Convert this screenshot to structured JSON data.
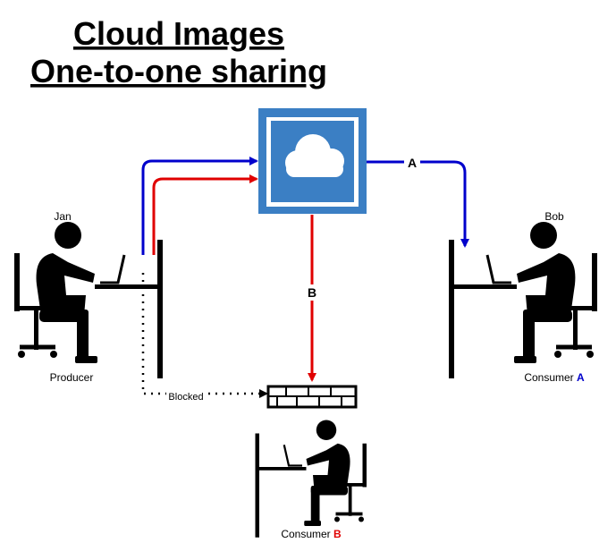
{
  "title": {
    "line1": "Cloud Images",
    "line2": "One-to-one sharing"
  },
  "people": {
    "producer": {
      "name": "Jan",
      "role": "Producer"
    },
    "consumer_a": {
      "name": "Bob",
      "role_prefix": "Consumer",
      "role_suffix": "A"
    },
    "consumer_b": {
      "role_prefix": "Consumer",
      "role_suffix": "B"
    }
  },
  "edges": {
    "to_a_label": "A",
    "to_b_label": "B",
    "blocked_label": "Blocked"
  },
  "icons": {
    "cloud": "cloud-icon",
    "firewall": "firewall-icon",
    "person": "person-at-desk-icon"
  },
  "colors": {
    "blue_arrow": "#0000cc",
    "red_arrow": "#e00000",
    "cloud_box": "#3b7fc4",
    "suffix_a": "#0000cc",
    "suffix_b": "#e00000"
  }
}
